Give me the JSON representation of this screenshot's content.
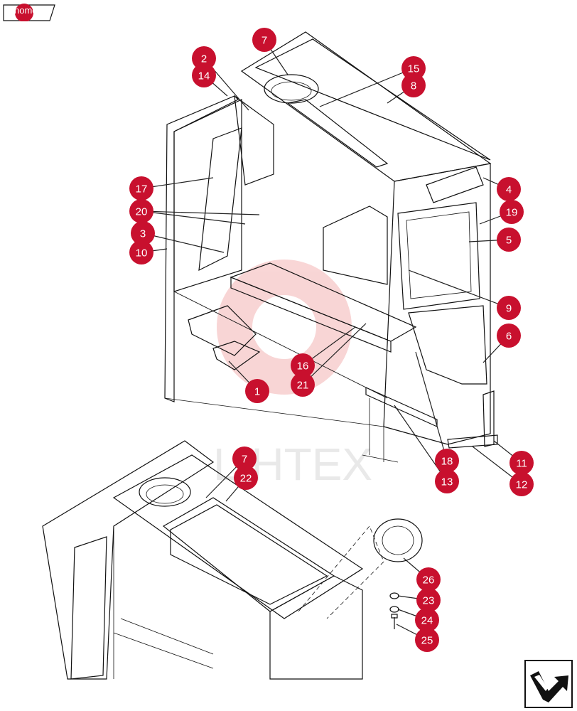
{
  "nav": {
    "home_label": "home"
  },
  "watermark": {
    "text": "LIHTEX",
    "color": "#f4b4b4"
  },
  "colors": {
    "callout": "#c8102e",
    "line": "#111111"
  },
  "icons": {
    "next_page": "arrow-next-icon"
  },
  "callouts": [
    {
      "label": "7"
    },
    {
      "label": "2"
    },
    {
      "label": "14"
    },
    {
      "label": "15"
    },
    {
      "label": "8"
    },
    {
      "label": "17"
    },
    {
      "label": "20"
    },
    {
      "label": "3"
    },
    {
      "label": "10"
    },
    {
      "label": "4"
    },
    {
      "label": "19"
    },
    {
      "label": "5"
    },
    {
      "label": "9"
    },
    {
      "label": "6"
    },
    {
      "label": "16"
    },
    {
      "label": "21"
    },
    {
      "label": "1"
    },
    {
      "label": "18"
    },
    {
      "label": "11"
    },
    {
      "label": "13"
    },
    {
      "label": "12"
    },
    {
      "label": "7"
    },
    {
      "label": "22"
    },
    {
      "label": "26"
    },
    {
      "label": "23"
    },
    {
      "label": "24"
    },
    {
      "label": "25"
    }
  ]
}
